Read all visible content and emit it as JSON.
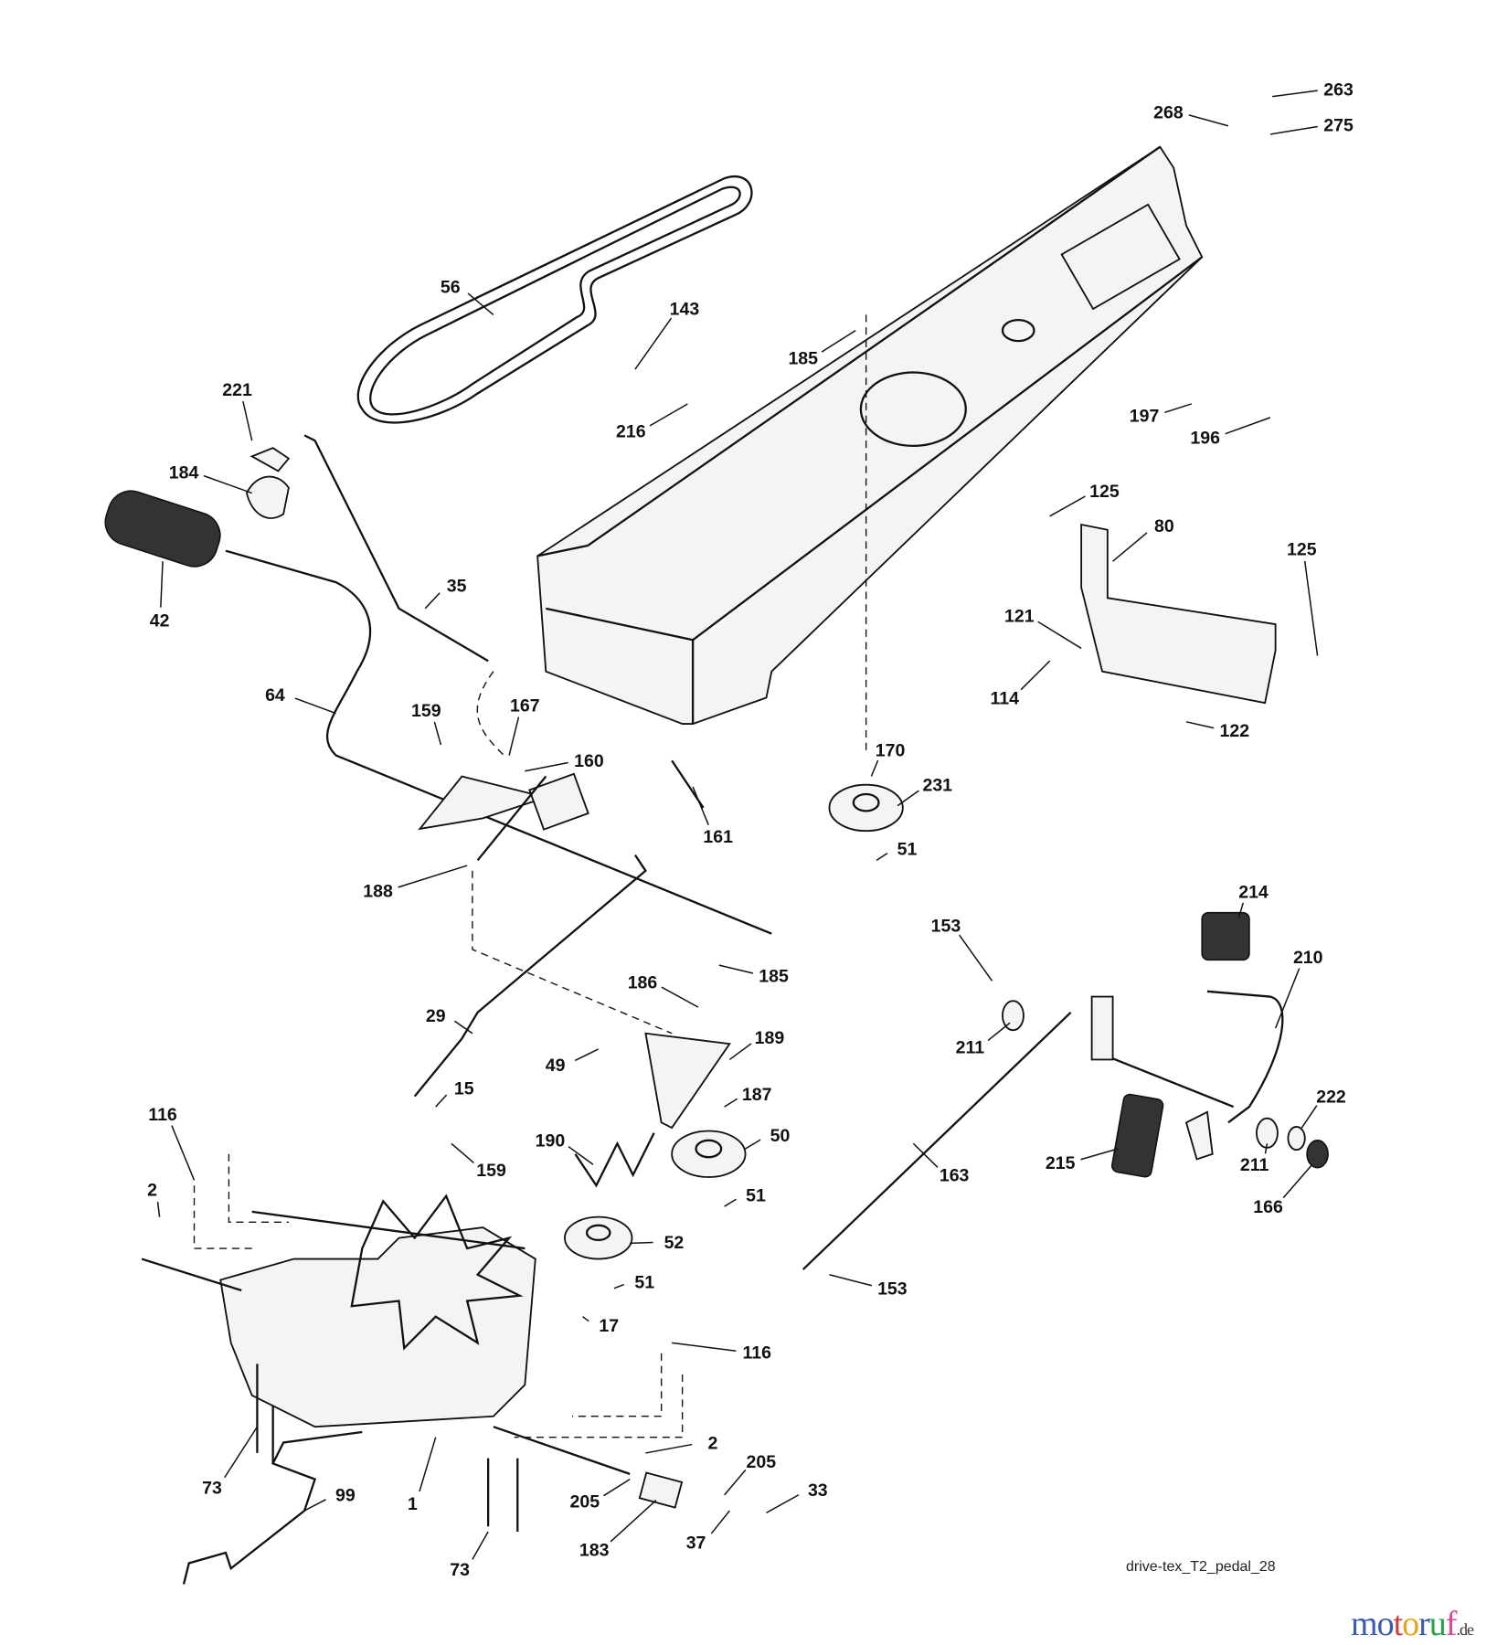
{
  "diagram": {
    "title": "drive-tex_T2_pedal_28",
    "logo": {
      "name": "motoruf",
      "suffix": ".de",
      "colors": [
        "#3b5bb5",
        "#3b5bb5",
        "#d23c3c",
        "#e8a21c",
        "#3b5bb5",
        "#2aa04a",
        "#e0479a",
        "#f0a010"
      ]
    },
    "callouts": [
      "263",
      "275",
      "268",
      "56",
      "143",
      "185",
      "216",
      "197",
      "196",
      "221",
      "184",
      "42",
      "35",
      "125",
      "80",
      "125",
      "121",
      "114",
      "122",
      "64",
      "159",
      "167",
      "160",
      "170",
      "231",
      "161",
      "51",
      "188",
      "214",
      "153",
      "210",
      "185",
      "186",
      "189",
      "29",
      "211",
      "49",
      "187",
      "15",
      "222",
      "50",
      "116",
      "190",
      "159",
      "163",
      "215",
      "211",
      "166",
      "51",
      "2",
      "52",
      "51",
      "153",
      "17",
      "116",
      "2",
      "205",
      "33",
      "99",
      "1",
      "73",
      "205",
      "37",
      "183",
      "73"
    ]
  }
}
